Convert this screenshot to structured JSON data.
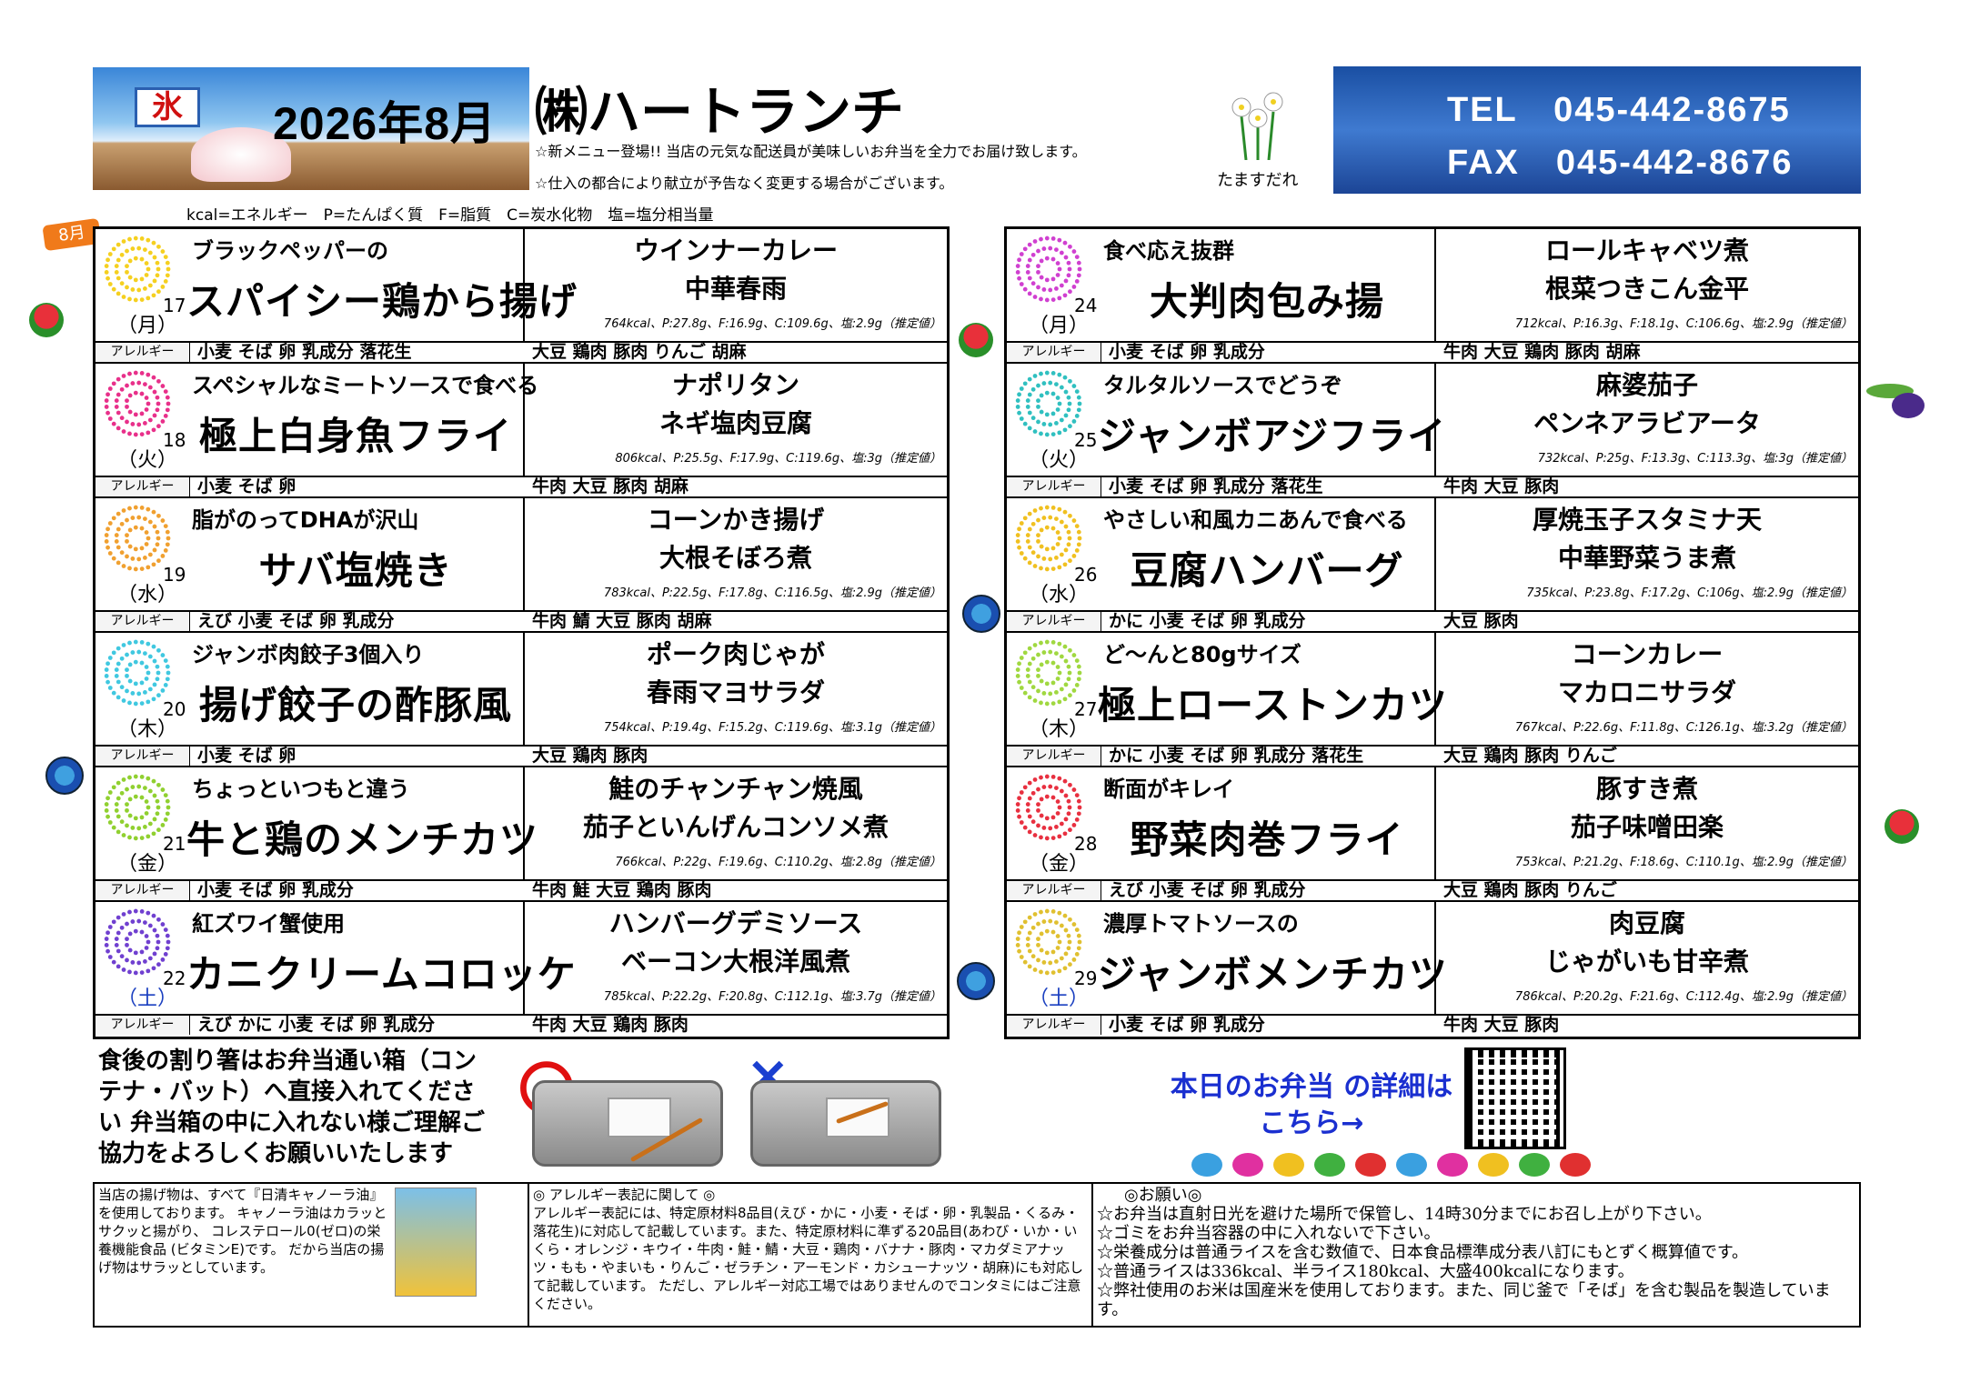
{
  "header": {
    "year_month": "2026年8月",
    "company": "㈱ハートランチ",
    "ice_flag": "氷",
    "notices": [
      "☆新メニュー登場!! 当店の元気な配送員が美味しいお弁当を全力でお届け致します。",
      "☆仕入の都合により献立が予告なく変更する場合がございます。"
    ],
    "flower_label": "たますだれ",
    "tel": "TEL　045-442-8675",
    "fax": "FAX　045-442-8676",
    "legend": "kcal=エネルギー　P=たんぱく質　F=脂質　C=炭水化物　塩=塩分相当量",
    "month_tab": "8月"
  },
  "allergy_label": "アレルギー",
  "left_days": [
    {
      "dow": "（月）",
      "num": "17",
      "blue": false,
      "sub": "ブラックペッパーの",
      "main": "スパイシー鶏から揚げ",
      "side1": "ウインナーカレー",
      "side2": "中華春雨",
      "nutrition": "764kcal、P:27.8g、F:16.9g、C:109.6g、塩:2.9g（推定値）",
      "allergy_main": "小麦 そば 卵 乳成分 落花生",
      "allergy_side": "大豆 鶏肉 豚肉 りんご 胡麻",
      "fw_color": "#f5d020"
    },
    {
      "dow": "（火）",
      "num": "18",
      "blue": false,
      "sub": "スペシャルなミートソースで食べる",
      "main": "極上白身魚フライ",
      "side1": "ナポリタン",
      "side2": "ネギ塩肉豆腐",
      "nutrition": "806kcal、P:25.5g、F:17.9g、C:119.6g、塩:3g（推定値）",
      "allergy_main": "小麦 そば 卵",
      "allergy_side": "牛肉 大豆 豚肉 胡麻",
      "fw_color": "#e8308a"
    },
    {
      "dow": "（水）",
      "num": "19",
      "blue": false,
      "sub": "脂がのってDHAが沢山",
      "main": "サバ塩焼き",
      "side1": "コーンかき揚げ",
      "side2": "大根そぼろ煮",
      "nutrition": "783kcal、P:22.5g、F:17.8g、C:116.5g、塩:2.9g（推定値）",
      "allergy_main": "えび 小麦 そば 卵 乳成分",
      "allergy_side": "牛肉 鯖 大豆 豚肉 胡麻",
      "fw_color": "#f0a030"
    },
    {
      "dow": "（木）",
      "num": "20",
      "blue": false,
      "sub": "ジャンボ肉餃子3個入り",
      "main": "揚げ餃子の酢豚風",
      "side1": "ポーク肉じゃが",
      "side2": "春雨マヨサラダ",
      "nutrition": "754kcal、P:19.4g、F:15.2g、C:119.6g、塩:3.1g（推定値）",
      "allergy_main": "小麦 そば 卵",
      "allergy_side": "大豆 鶏肉 豚肉",
      "fw_color": "#40c8e0"
    },
    {
      "dow": "（金）",
      "num": "21",
      "blue": false,
      "sub": "ちょっといつもと違う",
      "main": "牛と鶏のメンチカツ",
      "side1": "鮭のチャンチャン焼風",
      "side2": "茄子といんげんコンソメ煮",
      "nutrition": "766kcal、P:22g、F:19.6g、C:110.2g、塩:2.8g（推定値）",
      "allergy_main": "小麦 そば 卵 乳成分",
      "allergy_side": "牛肉 鮭 大豆 鶏肉 豚肉",
      "fw_color": "#90d030"
    },
    {
      "dow": "（土）",
      "num": "22",
      "blue": true,
      "sub": "紅ズワイ蟹使用",
      "main": "カニクリームコロッケ",
      "side1": "ハンバーグデミソース",
      "side2": "ベーコン大根洋風煮",
      "nutrition": "785kcal、P:22.2g、F:20.8g、C:112.1g、塩:3.7g（推定値）",
      "allergy_main": "えび かに 小麦 そば 卵 乳成分",
      "allergy_side": "牛肉 大豆 鶏肉 豚肉",
      "fw_color": "#7040d0"
    }
  ],
  "right_days": [
    {
      "dow": "（月）",
      "num": "24",
      "blue": false,
      "sub": "食べ応え抜群",
      "main": "大判肉包み揚",
      "side1": "ロールキャベツ煮",
      "side2": "根菜つきこん金平",
      "nutrition": "712kcal、P:16.3g、F:18.1g、C:106.6g、塩:2.9g（推定値）",
      "allergy_main": "小麦 そば 卵 乳成分",
      "allergy_side": "牛肉 大豆 鶏肉 豚肉 胡麻",
      "fw_color": "#d040d0"
    },
    {
      "dow": "（火）",
      "num": "25",
      "blue": false,
      "sub": "タルタルソースでどうぞ",
      "main": "ジャンボアジフライ",
      "side1": "麻婆茄子",
      "side2": "ペンネアラビアータ",
      "nutrition": "732kcal、P:25g、F:13.3g、C:113.3g、塩:3g（推定値）",
      "allergy_main": "小麦 そば 卵 乳成分 落花生",
      "allergy_side": "牛肉 大豆 豚肉",
      "fw_color": "#30c0c0"
    },
    {
      "dow": "（水）",
      "num": "26",
      "blue": false,
      "sub": "やさしい和風カニあんで食べる",
      "main": "豆腐ハンバーグ",
      "side1": "厚焼玉子スタミナ天",
      "side2": "中華野菜うま煮",
      "nutrition": "735kcal、P:23.8g、F:17.2g、C:106g、塩:2.9g（推定値）",
      "allergy_main": "かに 小麦 そば 卵 乳成分",
      "allergy_side": "大豆 豚肉",
      "fw_color": "#f0c020"
    },
    {
      "dow": "（木）",
      "num": "27",
      "blue": false,
      "sub": "ど～んと80gサイズ",
      "main": "極上ローストンカツ",
      "side1": "コーンカレー",
      "side2": "マカロニサラダ",
      "nutrition": "767kcal、P:22.6g、F:11.8g、C:126.1g、塩:3.2g（推定値）",
      "allergy_main": "かに 小麦 そば 卵 乳成分 落花生",
      "allergy_side": "大豆 鶏肉 豚肉 りんご",
      "fw_color": "#a0d840"
    },
    {
      "dow": "（金）",
      "num": "28",
      "blue": false,
      "sub": "断面がキレイ",
      "main": "野菜肉巻フライ",
      "side1": "豚すき煮",
      "side2": "茄子味噌田楽",
      "nutrition": "753kcal、P:21.2g、F:18.6g、C:110.1g、塩:2.9g（推定値）",
      "allergy_main": "えび 小麦 そば 卵 乳成分",
      "allergy_side": "大豆 鶏肉 豚肉 りんご",
      "fw_color": "#e83040"
    },
    {
      "dow": "（土）",
      "num": "29",
      "blue": true,
      "sub": "濃厚トマトソースの",
      "main": "ジャンボメンチカツ",
      "side1": "肉豆腐",
      "side2": "じゃがいも甘辛煮",
      "nutrition": "786kcal、P:20.2g、F:21.6g、C:112.4g、塩:2.9g（推定値）",
      "allergy_main": "小麦 そば 卵 乳成分",
      "allergy_side": "牛肉 大豆 豚肉",
      "fw_color": "#e0c030"
    }
  ],
  "bottom": {
    "chopsticks_text": "食後の割り箸はお弁当通い箱（コンテナ・バット）へ直接入れてください 弁当箱の中に入れない様ご理解ご協力をよろしくお願いいたします",
    "ok_mark": "〇",
    "ng_mark": "×",
    "bento_link": "本日のお弁当 の詳細はこちら→"
  },
  "footer": {
    "col1": "当店の揚げ物は、すべて『日清キャノーラ油』を使用しております。 キャノーラ油はカラッとサクッと揚がり、 コレステロール0(ゼロ)の栄養機能食品 (ビタミンE)です。 だから当店の揚げ物はサラッとしています。",
    "col2_title": "◎ アレルギー表記に関して ◎",
    "col2": "アレルギー表記には、特定原材料8品目(えび・かに・小麦・そば・卵・乳製品・くるみ・落花生)に対応して記載しています。また、特定原材料に準ずる20品目(あわび・いか・いくら・オレンジ・キウイ・牛肉・鮭・鯖・大豆・鶏肉・バナナ・豚肉・マカダミアナッツ・もも・やまいも・りんご・ゼラチン・アーモンド・カシューナッツ・胡麻)にも対応して記載しています。 ただし、アレルギー対応工場ではありませんのでコンタミにはご注意ください。",
    "col3_title": "◎お願い◎",
    "col3_lines": [
      "☆お弁当は直射日光を避けた場所で保管し、14時30分までにお召し上がり下さい。",
      "☆ゴミをお弁当容器の中に入れないで下さい。",
      "☆栄養成分は普通ライスを含む数値で、日本食品標準成分表八訂にもとずく概算値です。",
      "☆普通ライスは336kcal、半ライス180kcal、大盛400kcalになります。",
      "☆弊社使用のお米は国産米を使用しております。また、同じ釜で「そば」を含む製品を製造しています。"
    ]
  },
  "colors": {
    "tel_bg": "#1a4fa3",
    "month_tab": "#f07a1a",
    "link_blue": "#1a2fd0",
    "ok_red": "#e01010",
    "ng_blue": "#1a3fd0"
  }
}
